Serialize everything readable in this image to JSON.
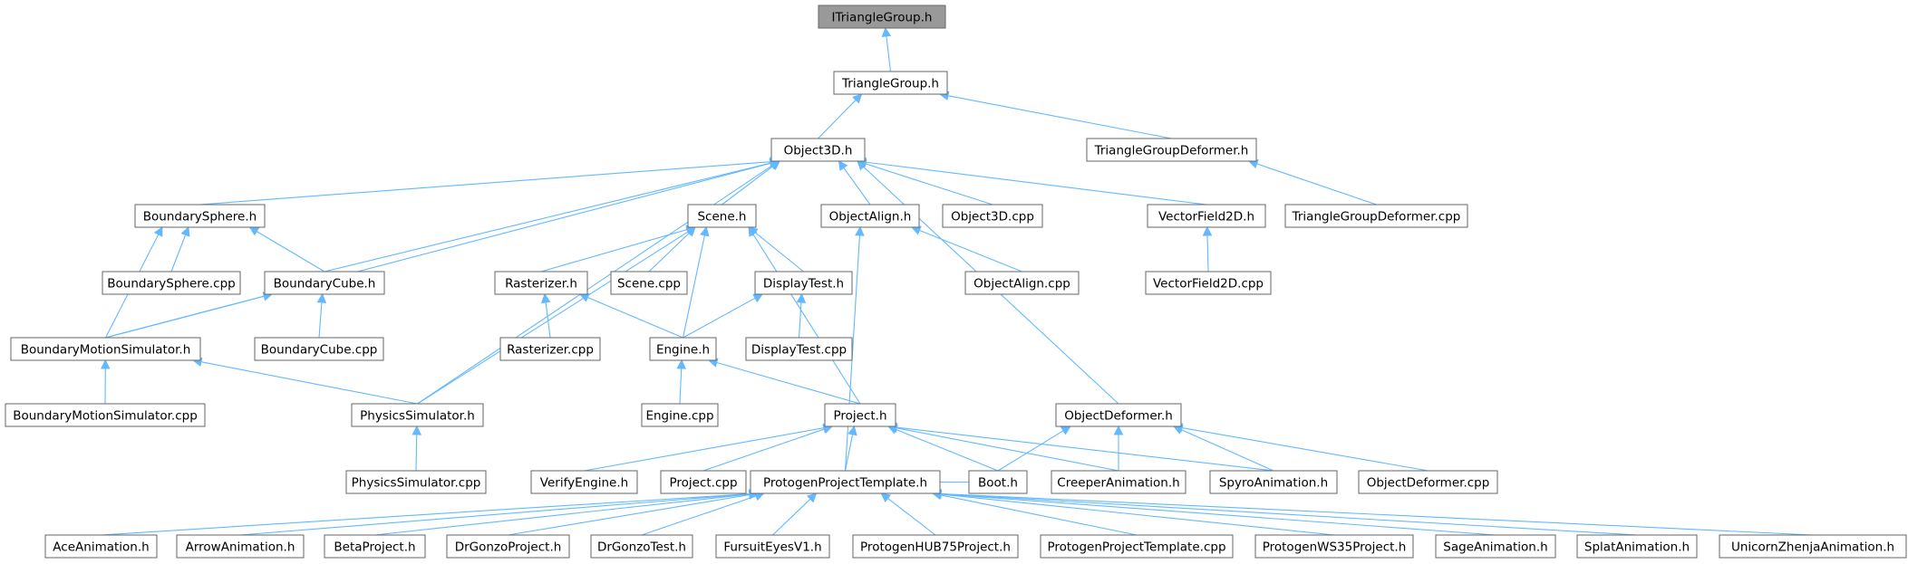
{
  "graph": {
    "nodes": [
      {
        "id": "ITriangleGroup",
        "label": "ITriangleGroup.h",
        "highlighted": true
      },
      {
        "id": "TriangleGroup",
        "label": "TriangleGroup.h"
      },
      {
        "id": "Object3D",
        "label": "Object3D.h"
      },
      {
        "id": "TriangleGroupDeformer",
        "label": "TriangleGroupDeformer.h"
      },
      {
        "id": "TriangleGroupDeformerCpp",
        "label": "TriangleGroupDeformer.cpp"
      },
      {
        "id": "BoundarySphere",
        "label": "BoundarySphere.h"
      },
      {
        "id": "BoundarySphereCpp",
        "label": "BoundarySphere.cpp"
      },
      {
        "id": "BoundaryCube",
        "label": "BoundaryCube.h"
      },
      {
        "id": "BoundaryCubeCpp",
        "label": "BoundaryCube.cpp"
      },
      {
        "id": "BoundaryMotionSimulator",
        "label": "BoundaryMotionSimulator.h"
      },
      {
        "id": "BoundaryMotionSimulatorCpp",
        "label": "BoundaryMotionSimulator.cpp"
      },
      {
        "id": "PhysicsSimulator",
        "label": "PhysicsSimulator.h"
      },
      {
        "id": "PhysicsSimulatorCpp",
        "label": "PhysicsSimulator.cpp"
      },
      {
        "id": "Scene",
        "label": "Scene.h"
      },
      {
        "id": "Rasterizer",
        "label": "Rasterizer.h"
      },
      {
        "id": "RasterizerCpp",
        "label": "Rasterizer.cpp"
      },
      {
        "id": "SceneCpp",
        "label": "Scene.cpp"
      },
      {
        "id": "DisplayTest",
        "label": "DisplayTest.h"
      },
      {
        "id": "DisplayTestCpp",
        "label": "DisplayTest.cpp"
      },
      {
        "id": "Engine",
        "label": "Engine.h"
      },
      {
        "id": "EngineCpp",
        "label": "Engine.cpp"
      },
      {
        "id": "ObjectAlign",
        "label": "ObjectAlign.h"
      },
      {
        "id": "ObjectAlignCpp",
        "label": "ObjectAlign.cpp"
      },
      {
        "id": "Object3DCpp",
        "label": "Object3D.cpp"
      },
      {
        "id": "VectorField2D",
        "label": "VectorField2D.h"
      },
      {
        "id": "VectorField2DCpp",
        "label": "VectorField2D.cpp"
      },
      {
        "id": "Project",
        "label": "Project.h"
      },
      {
        "id": "ObjectDeformer",
        "label": "ObjectDeformer.h"
      },
      {
        "id": "VerifyEngine",
        "label": "VerifyEngine.h"
      },
      {
        "id": "ProjectCpp",
        "label": "Project.cpp"
      },
      {
        "id": "ProtogenProjectTemplate",
        "label": "ProtogenProjectTemplate.h"
      },
      {
        "id": "Boot",
        "label": "Boot.h"
      },
      {
        "id": "CreeperAnimation",
        "label": "CreeperAnimation.h"
      },
      {
        "id": "SpyroAnimation",
        "label": "SpyroAnimation.h"
      },
      {
        "id": "ObjectDeformerCpp",
        "label": "ObjectDeformer.cpp"
      },
      {
        "id": "AceAnimation",
        "label": "AceAnimation.h"
      },
      {
        "id": "ArrowAnimation",
        "label": "ArrowAnimation.h"
      },
      {
        "id": "BetaProject",
        "label": "BetaProject.h"
      },
      {
        "id": "DrGonzoProject",
        "label": "DrGonzoProject.h"
      },
      {
        "id": "DrGonzoTest",
        "label": "DrGonzoTest.h"
      },
      {
        "id": "FursuitEyesV1",
        "label": "FursuitEyesV1.h"
      },
      {
        "id": "ProtogenHUB75Project",
        "label": "ProtogenHUB75Project.h"
      },
      {
        "id": "ProtogenProjectTemplateCpp",
        "label": "ProtogenProjectTemplate.cpp"
      },
      {
        "id": "ProtogenWS35Project",
        "label": "ProtogenWS35Project.h"
      },
      {
        "id": "SageAnimation",
        "label": "SageAnimation.h"
      },
      {
        "id": "SplatAnimation",
        "label": "SplatAnimation.h"
      },
      {
        "id": "UnicornZhenjaAnimation",
        "label": "UnicornZhenjaAnimation.h"
      }
    ],
    "edges": [
      [
        "TriangleGroup",
        "ITriangleGroup"
      ],
      [
        "Object3D",
        "TriangleGroup"
      ],
      [
        "TriangleGroupDeformer",
        "TriangleGroup"
      ],
      [
        "TriangleGroupDeformerCpp",
        "TriangleGroupDeformer"
      ],
      [
        "BoundarySphere",
        "Object3D"
      ],
      [
        "BoundaryCube",
        "Object3D"
      ],
      [
        "BoundaryMotionSimulator",
        "Object3D"
      ],
      [
        "PhysicsSimulator",
        "Object3D"
      ],
      [
        "Scene",
        "Object3D"
      ],
      [
        "ObjectAlign",
        "Object3D"
      ],
      [
        "Object3DCpp",
        "Object3D"
      ],
      [
        "VectorField2D",
        "Object3D"
      ],
      [
        "ObjectDeformer",
        "Object3D"
      ],
      [
        "BoundarySphereCpp",
        "BoundarySphere"
      ],
      [
        "BoundaryCube",
        "BoundarySphere"
      ],
      [
        "BoundaryMotionSimulator",
        "BoundarySphere"
      ],
      [
        "BoundaryCubeCpp",
        "BoundaryCube"
      ],
      [
        "BoundaryMotionSimulator",
        "BoundaryCube"
      ],
      [
        "BoundaryMotionSimulatorCpp",
        "BoundaryMotionSimulator"
      ],
      [
        "PhysicsSimulator",
        "BoundaryMotionSimulator"
      ],
      [
        "PhysicsSimulatorCpp",
        "PhysicsSimulator"
      ],
      [
        "PhysicsSimulator",
        "Scene"
      ],
      [
        "Rasterizer",
        "Scene"
      ],
      [
        "SceneCpp",
        "Scene"
      ],
      [
        "DisplayTest",
        "Scene"
      ],
      [
        "Engine",
        "Scene"
      ],
      [
        "Project",
        "Scene"
      ],
      [
        "RasterizerCpp",
        "Rasterizer"
      ],
      [
        "Engine",
        "Rasterizer"
      ],
      [
        "DisplayTestCpp",
        "DisplayTest"
      ],
      [
        "Engine",
        "DisplayTest"
      ],
      [
        "EngineCpp",
        "Engine"
      ],
      [
        "Project",
        "Engine"
      ],
      [
        "ObjectAlignCpp",
        "ObjectAlign"
      ],
      [
        "ProtogenProjectTemplate",
        "ObjectAlign"
      ],
      [
        "VectorField2DCpp",
        "VectorField2D"
      ],
      [
        "VerifyEngine",
        "Project"
      ],
      [
        "ProjectCpp",
        "Project"
      ],
      [
        "ProtogenProjectTemplate",
        "Project"
      ],
      [
        "Boot",
        "Project"
      ],
      [
        "CreeperAnimation",
        "Project"
      ],
      [
        "SpyroAnimation",
        "Project"
      ],
      [
        "Boot",
        "ObjectDeformer"
      ],
      [
        "CreeperAnimation",
        "ObjectDeformer"
      ],
      [
        "SpyroAnimation",
        "ObjectDeformer"
      ],
      [
        "ObjectDeformerCpp",
        "ObjectDeformer"
      ],
      [
        "AceAnimation",
        "ProtogenProjectTemplate"
      ],
      [
        "ArrowAnimation",
        "ProtogenProjectTemplate"
      ],
      [
        "BetaProject",
        "ProtogenProjectTemplate"
      ],
      [
        "DrGonzoProject",
        "ProtogenProjectTemplate"
      ],
      [
        "DrGonzoTest",
        "ProtogenProjectTemplate"
      ],
      [
        "FursuitEyesV1",
        "ProtogenProjectTemplate"
      ],
      [
        "ProtogenHUB75Project",
        "ProtogenProjectTemplate"
      ],
      [
        "ProtogenProjectTemplateCpp",
        "ProtogenProjectTemplate"
      ],
      [
        "ProtogenWS35Project",
        "ProtogenProjectTemplate"
      ],
      [
        "SageAnimation",
        "ProtogenProjectTemplate"
      ],
      [
        "SplatAnimation",
        "ProtogenProjectTemplate"
      ],
      [
        "UnicornZhenjaAnimation",
        "ProtogenProjectTemplate"
      ],
      [
        "Boot",
        "ProtogenProjectTemplate"
      ]
    ],
    "colors": {
      "edge": "#63b8ff",
      "node_border": "#666666",
      "highlight_fill": "#999999",
      "node_fill": "#ffffff"
    }
  }
}
